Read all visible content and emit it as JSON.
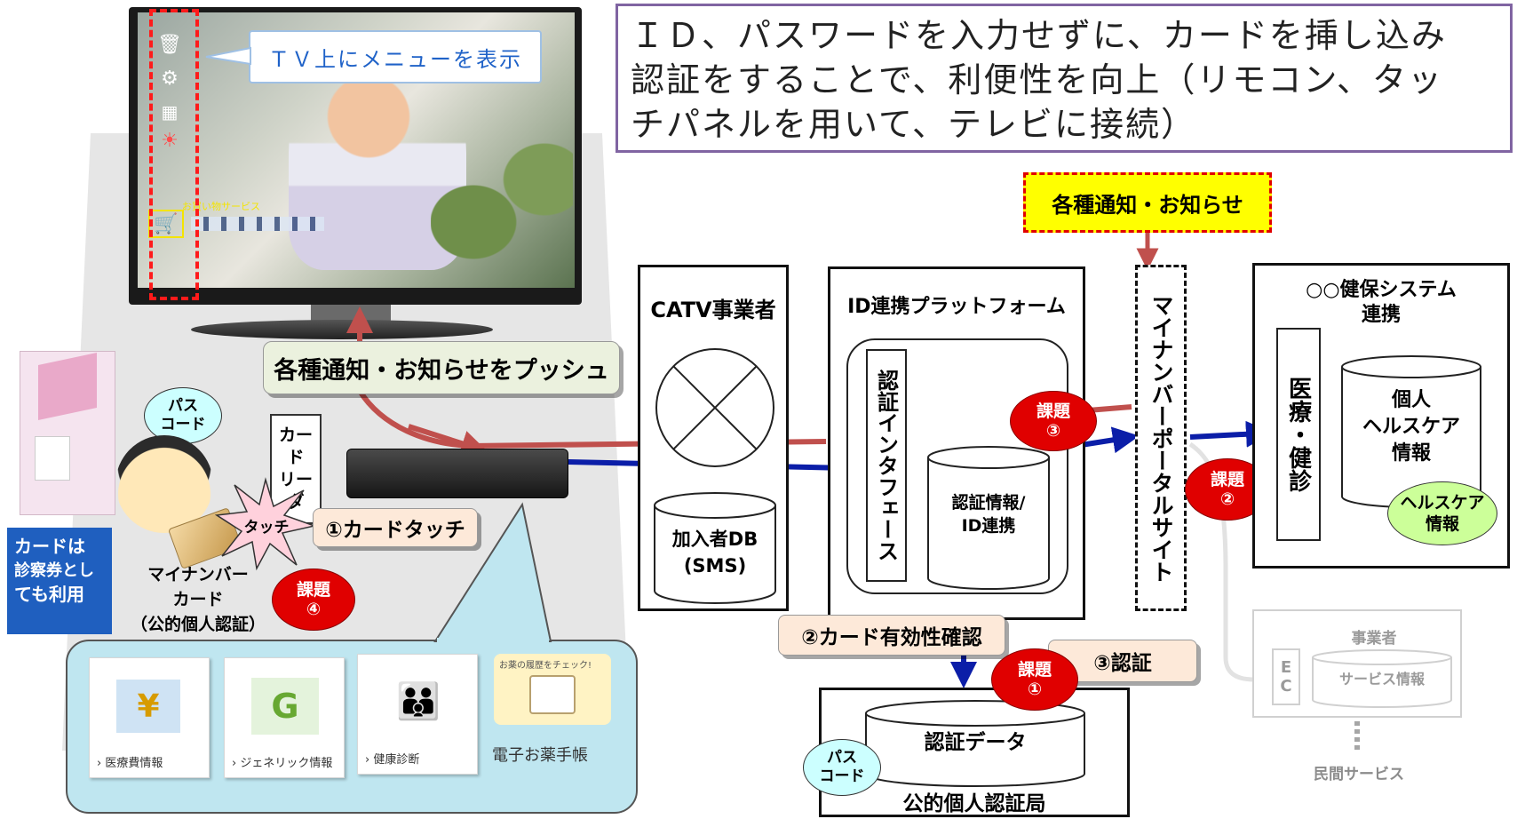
{
  "headline": {
    "lines": [
      "ＩＤ、パスワードを入力せずに、カードを挿し込み",
      "認証をすることで、利便性を向上（リモコン、タッ",
      "チパネルを用いて、テレビに接続）"
    ]
  },
  "tv": {
    "menu_callout": "ＴＶ上にメニューを表示",
    "shop_label": "お買い物サービス"
  },
  "push_label": "各種通知・お知らせをプッシュ",
  "notify_top": "各種通知・お知らせ",
  "passcode_user": {
    "line1": "パス",
    "line2": "コード"
  },
  "card_reader": {
    "line1": "カード",
    "line2": "リーダ"
  },
  "touch_label": "タッチ",
  "card_touch": "①カードタッチ",
  "mynumber_card": {
    "line1": "マイナンバー",
    "line2": "カード",
    "line3": "（公的個人認証）"
  },
  "card_note": {
    "line1": "カードは",
    "line2": "診察券とし",
    "line3": "ても利用"
  },
  "issues": {
    "issue1": "課題\n①",
    "issue2": "課題\n②",
    "issue3": "課題\n③",
    "issue4": "課題\n④"
  },
  "menu_tiles": [
    {
      "label": "› 医療費情報"
    },
    {
      "label": "› ジェネリック情報"
    },
    {
      "label": "› 健康診断"
    },
    {
      "label": "電子お薬手帳",
      "caption": "お薬の履歴をチェック!"
    }
  ],
  "catv": {
    "title": "CATV事業者",
    "db_line1": "加入者DB",
    "db_line2": "(SMS)"
  },
  "idp": {
    "title": "ID連携プラットフォーム",
    "auth_if": "認証インタフェース",
    "db_line1": "認証情報/",
    "db_line2": "ID連携"
  },
  "portal": "マイナンバーポータルサイト",
  "kenpo": {
    "title_line1": "○○健保システム",
    "title_line2": "連携",
    "medical": "医療・健診",
    "db_line1": "個人",
    "db_line2": "ヘルスケア",
    "db_line3": "情報",
    "bubble_line1": "ヘルスケア",
    "bubble_line2": "情報"
  },
  "card_validity": "②カード有効性確認",
  "auth_step": "③認証",
  "jpki": {
    "title": "公的個人認証局",
    "db": "認証データ"
  },
  "passcode_jpki": {
    "line1": "パス",
    "line2": "コード"
  },
  "provider": {
    "title": "事業者",
    "ec": "EC",
    "service": "サービス情報",
    "footer": "民間サービス"
  },
  "colors": {
    "red_arrow": "#c0504d",
    "blue_arrow": "#0b1ea8",
    "issue_red": "#e00000",
    "yellow": "#ffff00",
    "light_green": "#ccff99",
    "teal_bubble": "#ccffff",
    "purple_border": "#8064a2",
    "menu_bg": "#bfe6f0",
    "note_blue": "#1f5fbf"
  },
  "icons": [
    "trash-icon",
    "gear-icon",
    "calendar-icon",
    "sun-icon",
    "shopping-cart-icon",
    "hospital-yen-icon",
    "pill-bottle-icon",
    "family-icon",
    "medicine-notebook-icon"
  ]
}
